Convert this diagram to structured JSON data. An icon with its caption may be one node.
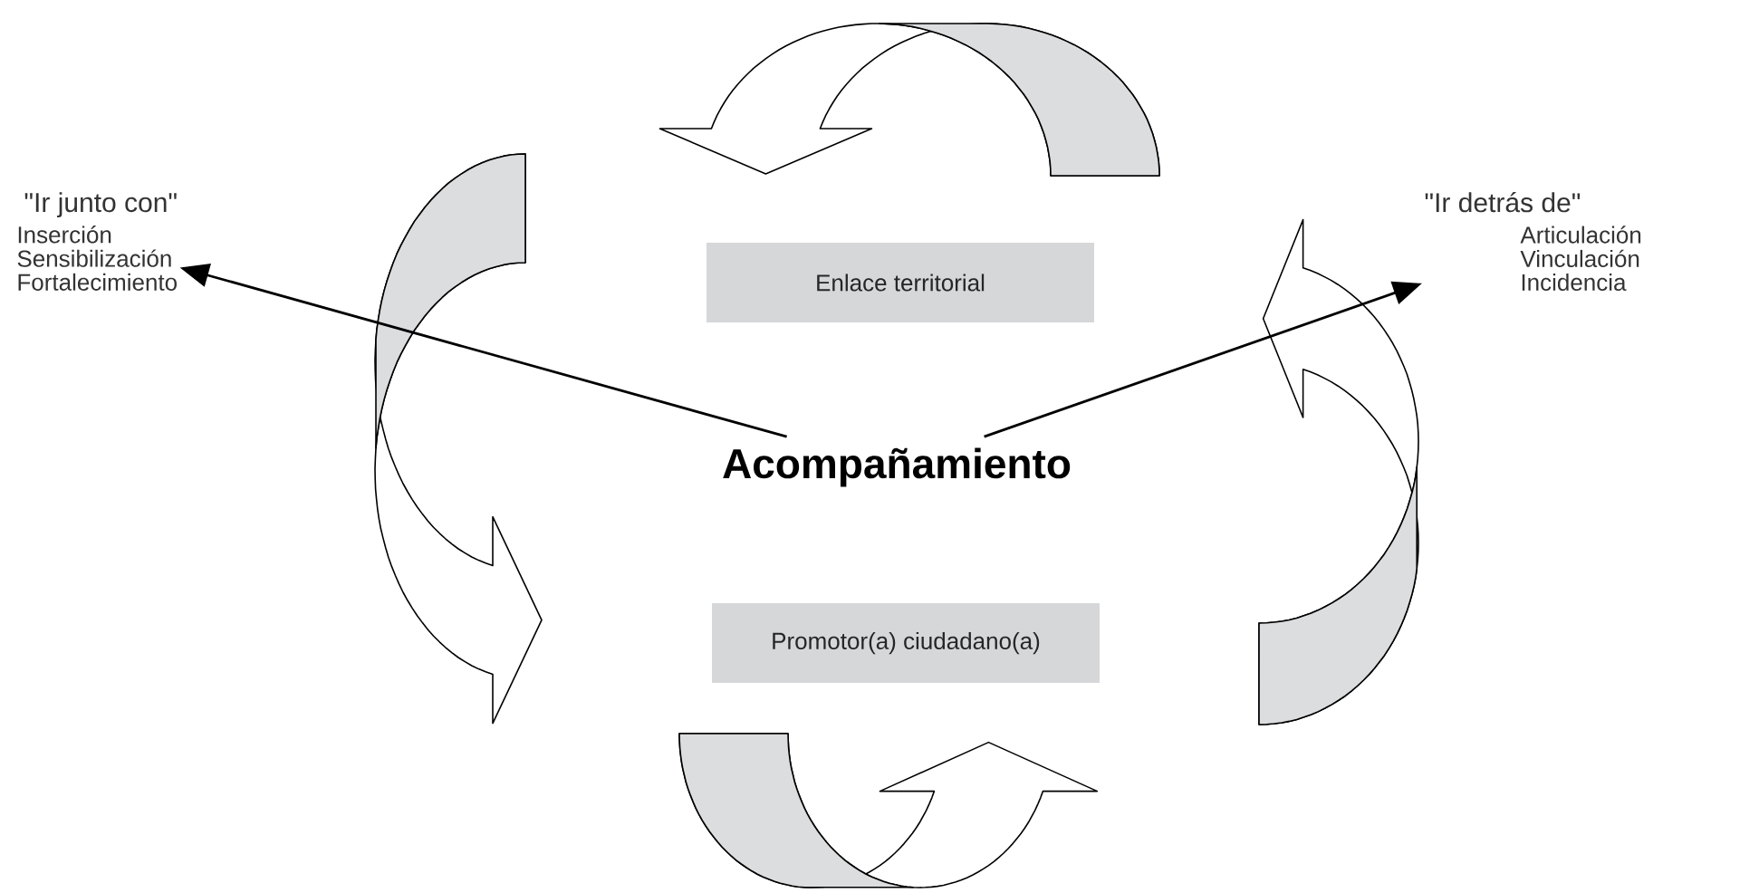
{
  "diagram": {
    "nodes": [
      {
        "text": [
          "\"Ir junto con\"",
          "Inserción",
          "Sensibilización",
          "Fortalecimiento"
        ]
      },
      {
        "text": [
          "Enlace territorial"
        ]
      },
      {
        "text": [
          "Acompañamiento"
        ]
      },
      {
        "text": [
          "Promotor(a) ciudadano(a)"
        ]
      },
      {
        "text": [
          "\"Ir detrás de\"",
          "Articulación",
          "Vinculación",
          "Incidencia"
        ]
      }
    ],
    "edges": [
      {
        "from": 2,
        "to": 0,
        "arrow": "to"
      },
      {
        "from": 2,
        "to": 4,
        "arrow": "to"
      }
    ]
  }
}
